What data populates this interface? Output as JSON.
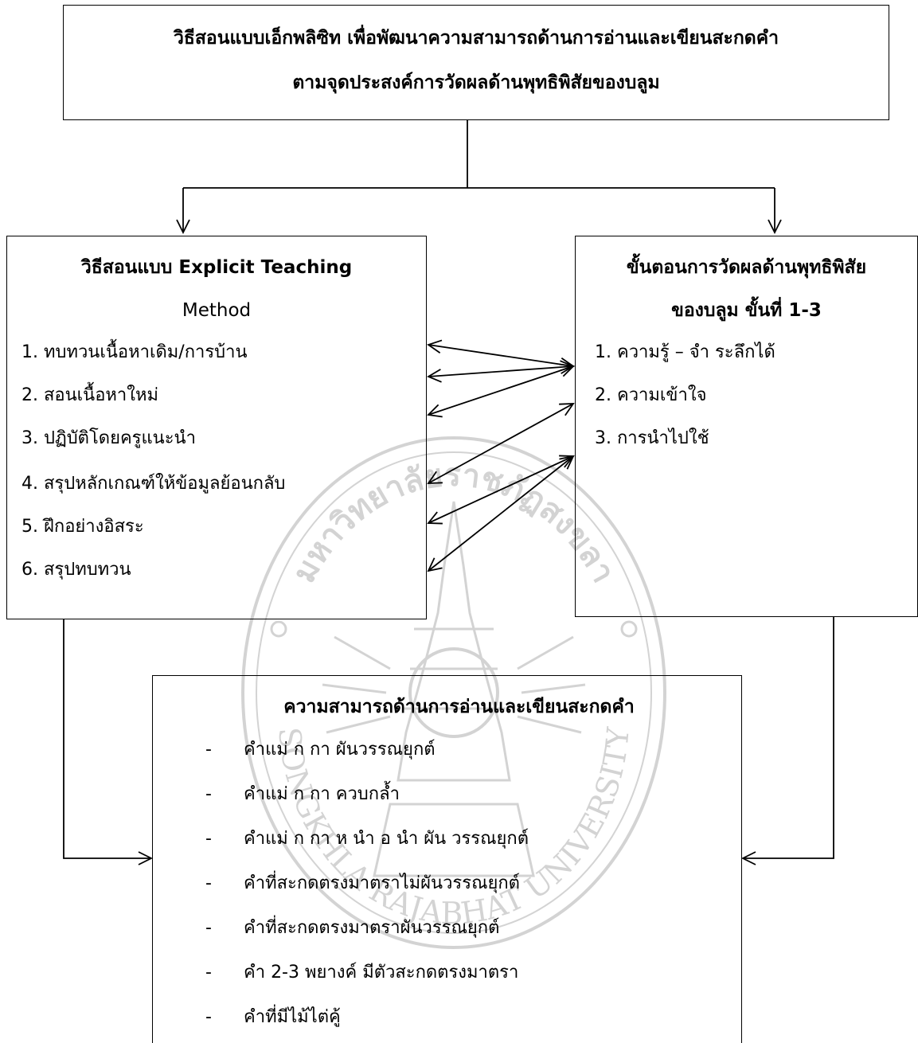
{
  "top": {
    "line1": "วิธีสอนแบบเอ็กพลิซิท เพื่อพัฒนาความสามารถด้านการอ่านและเขียนสะกดคำ",
    "line2": "ตามจุดประสงค์การวัดผลด้านพุทธิพิสัยของบลูม"
  },
  "left": {
    "heading1": "วิธีสอนแบบ Explicit Teaching",
    "heading2": "Method",
    "items": [
      "1. ทบทวนเนื้อหาเดิม/การบ้าน",
      "2. สอนเนื้อหาใหม่",
      "3. ปฏิบัติโดยครูแนะนำ",
      "4. สรุปหลักเกณฑ์ให้ข้อมูลย้อนกลับ",
      "5. ฝึกอย่างอิสระ",
      "6. สรุปทบทวน"
    ]
  },
  "right": {
    "heading1": "ขั้นตอนการวัดผลด้านพุทธิพิสัย",
    "heading2": "ของบลูม ขั้นที่ 1-3",
    "items": [
      "1. ความรู้ – จำ ระลึกได้",
      "2. ความเข้าใจ",
      "3. การนำไปใช้"
    ]
  },
  "bottom": {
    "heading": "ความสามารถด้านการอ่านและเขียนสะกดคำ",
    "bullet": "-",
    "items": [
      "คำแม่ ก กา ผันวรรณยุกต์",
      "คำแม่ ก กา ควบกล้ำ",
      "คำแม่ ก กา ห นำ อ นำ ผัน วรรณยุกต์",
      "คำที่สะกดตรงมาตราไม่ผันวรรณยุกต์",
      "คำที่สะกดตรงมาตราผันวรรณยุกต์",
      "คำ 2-3 พยางค์ มีตัวสะกดตรงมาตรา",
      "คำที่มีไม้ไต่คู้"
    ]
  },
  "watermark": {
    "arc_top": "มหาวิทยาลัยราชภัฏสงขลา",
    "arc_bottom": "SONGKHLA RAJABHAT UNIVERSITY",
    "color": "#777777"
  }
}
